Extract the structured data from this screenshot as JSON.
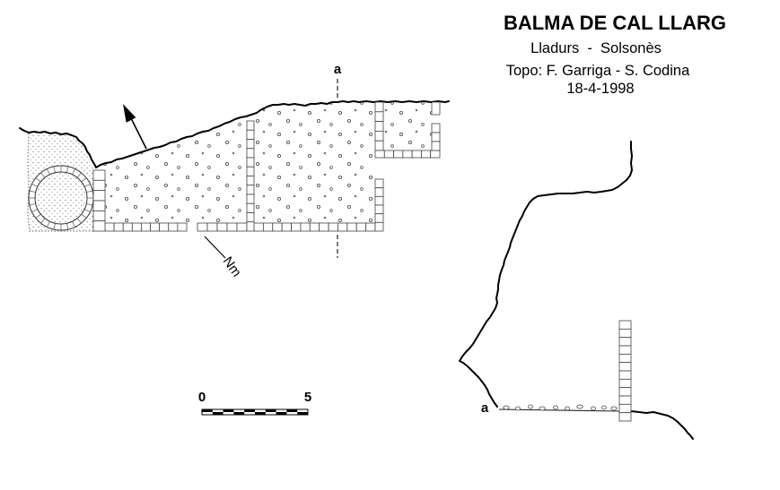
{
  "header": {
    "title": "BALMA DE CAL LLARG",
    "location": "Lladurs  -  Solsonès",
    "survey": "Topo: F. Garriga - S. Codina",
    "date": "18-4-1998"
  },
  "plan": {
    "section_mark": "a",
    "north_label": "Nm"
  },
  "section": {
    "section_mark": "a"
  },
  "scale_bar": {
    "start_label": "0",
    "end_label": "5"
  },
  "colors": {
    "ink": "#000000",
    "background": "#ffffff"
  }
}
